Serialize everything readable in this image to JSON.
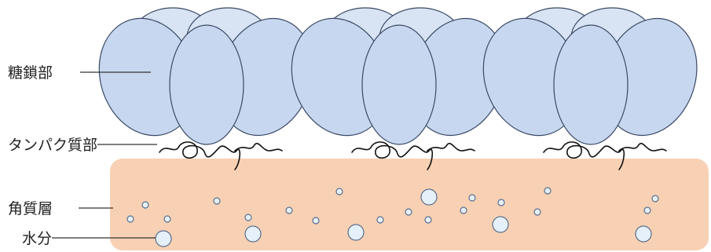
{
  "labels": {
    "sugar_chain": "糖鎖部",
    "protein": "タンパク質部",
    "stratum_corneum": "角質層",
    "water": "水分"
  },
  "colors": {
    "oval_fill": "#c7d7ef",
    "oval_back_fill": "#d8e3f3",
    "oval_stroke": "#3a4a66",
    "skin_fill": "#f8d1b4",
    "droplet_fill": "#e6f0fb",
    "droplet_stroke": "#5a6f8c",
    "line": "#333333"
  },
  "icons": {
    "sugar_cluster": "mucin-glycan-cluster-icon",
    "protein_strand": "protein-backbone-icon",
    "water_droplet": "water-droplet-icon"
  }
}
